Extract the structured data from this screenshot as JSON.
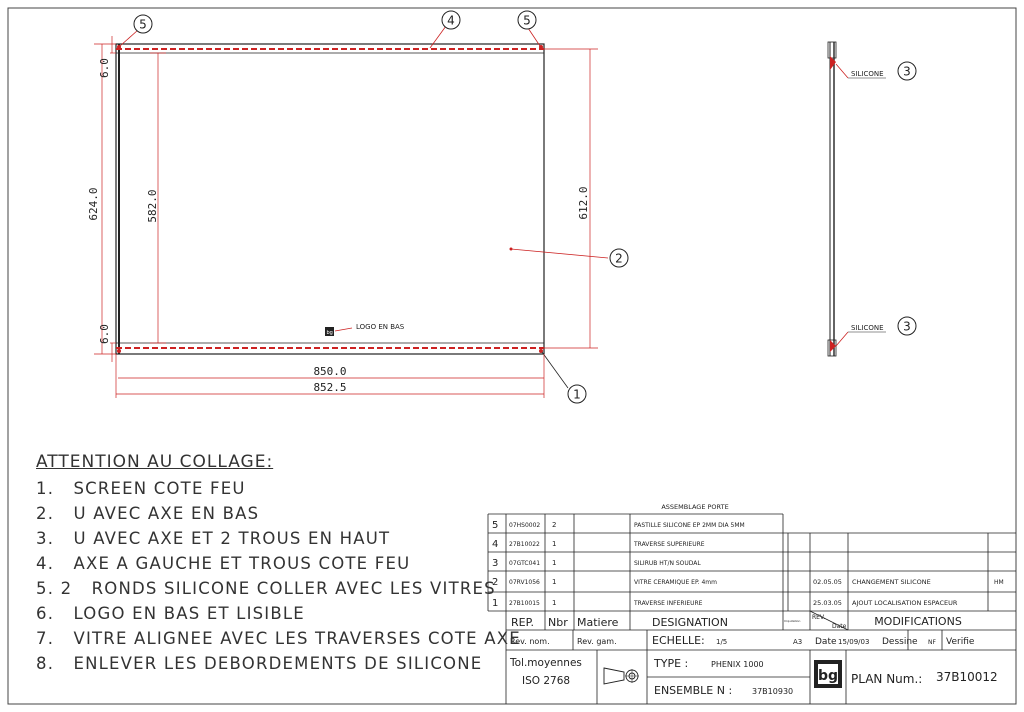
{
  "colors": {
    "redline": "#cc2222",
    "ink": "#222222",
    "bg": "#ffffff"
  },
  "front_view": {
    "balloons": {
      "b5_left": "5",
      "b4": "4",
      "b5_right": "5",
      "b2": "2",
      "b1": "1"
    },
    "dims": {
      "top_gap": "6.0",
      "bottom_gap": "6.0",
      "overall_height": "624.0",
      "inner_height": "582.0",
      "right_height": "612.0",
      "inner_width": "850.0",
      "overall_width": "852.5"
    },
    "logo_label": "LOGO EN BAS",
    "logo_mark": "bg"
  },
  "side_view": {
    "top_label": "SILICONE",
    "top_balloon": "3",
    "bottom_label": "SILICONE",
    "bottom_balloon": "3"
  },
  "notes": {
    "title": "ATTENTION AU COLLAGE:",
    "items": [
      "1.   SCREEN COTE FEU",
      "2.   U AVEC AXE EN BAS",
      "3.   U AVEC AXE ET 2 TROUS EN HAUT",
      "4.   AXE A GAUCHE ET TROUS COTE FEU",
      "5. 2   RONDS SILICONE COLLER AVEC LES VITRES",
      "6.   LOGO EN BAS ET LISIBLE",
      "7.   VITRE ALIGNEE AVEC LES TRAVERSES COTE AXE",
      "8.   ENLEVER LES DEBORDEMENTS DE SILICONE"
    ]
  },
  "title_block": {
    "assembly_title": "ASSEMBLAGE PORTE",
    "bom": [
      {
        "rep": "5",
        "ref": "07HS0002",
        "qty": "2",
        "designation": "PASTILLE SILICONE EP 2MM DIA 5MM"
      },
      {
        "rep": "4",
        "ref": "27B10022",
        "qty": "1",
        "designation": "TRAVERSE  SUPERIEURE"
      },
      {
        "rep": "3",
        "ref": "07GTC041",
        "qty": "1",
        "designation": "SILIRUB HT/N SOUDAL"
      },
      {
        "rep": "2",
        "ref": "07RV1056",
        "qty": "1",
        "designation": "VITRE CERAMIQUE EP. 4mm"
      },
      {
        "rep": "1",
        "ref": "27B10015",
        "qty": "1",
        "designation": "TRAVERSE INFERIEURE"
      }
    ],
    "headers": {
      "rep": "REP.",
      "nbr": "Nbr",
      "matiere": "Matiere",
      "designation": "DESIGNATION",
      "imputation": "Imputation"
    },
    "revisions": [
      {
        "date": "02.05.05",
        "text": "CHANGEMENT SILICONE",
        "by": "HM"
      },
      {
        "date": "25.03.05",
        "text": "AJOUT LOCALISATION ESPACEUR",
        "by": ""
      }
    ],
    "rev_header": {
      "rev": "REV.",
      "date": "Date",
      "modifications": "MODIFICATIONS"
    },
    "rev_nom": "Rev. nom.",
    "rev_gam": "Rev. gam.",
    "echelle_label": "ECHELLE:",
    "echelle_value": "1/5",
    "format": "A3",
    "date_label": "Date",
    "date_value": "15/09/03",
    "dessine_label": "Dessine",
    "dessine_value": "NF",
    "verifie_label": "Verifie",
    "tol_line1": "Tol.moyennes",
    "tol_line2": "ISO 2768",
    "type_label": "TYPE :",
    "type_value": "PHENIX 1000",
    "ensemble_label": "ENSEMBLE N :",
    "ensemble_value": "37B10930",
    "logo": "bg",
    "plan_label": "PLAN Num.:",
    "plan_value": "37B10012"
  }
}
